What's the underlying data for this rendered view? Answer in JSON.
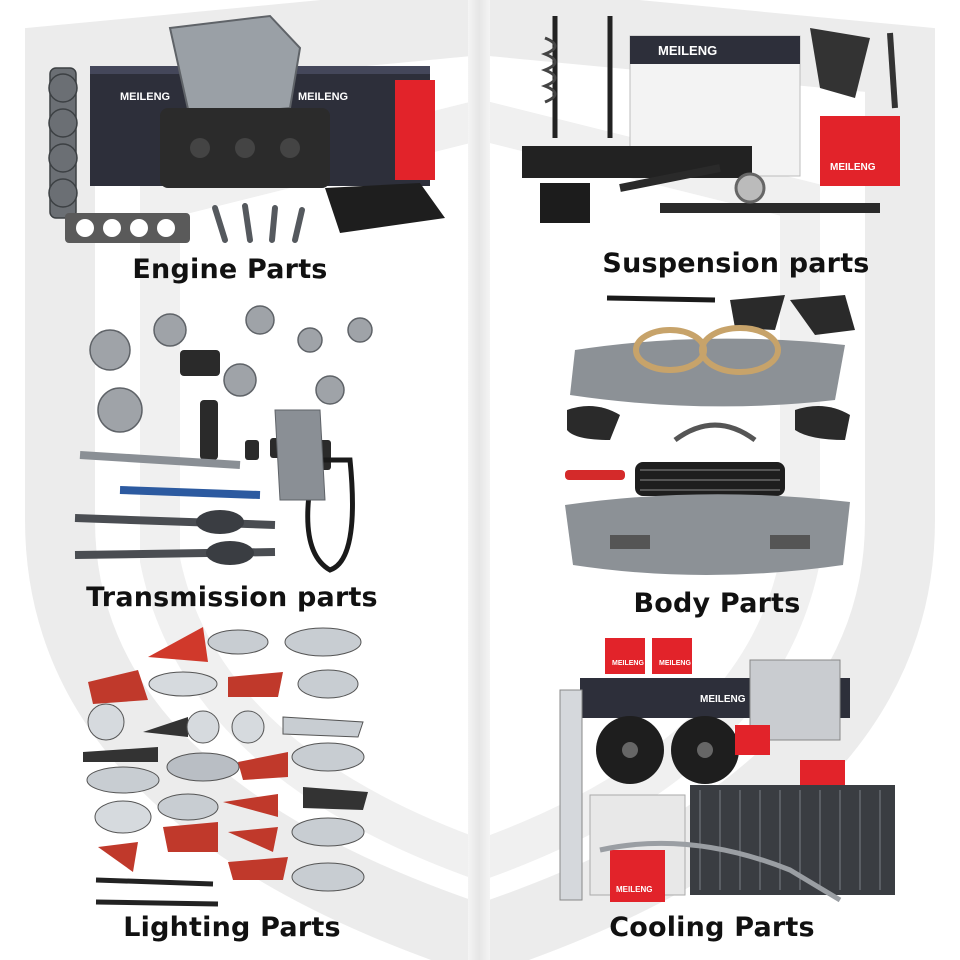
{
  "brand": {
    "name": "MEILENG",
    "accent_color": "#e2232a",
    "box_color": "#2d2f3a",
    "watermark_color": "#e9e9e9"
  },
  "categories": [
    {
      "label": "Engine Parts",
      "icon": "engine-parts-image"
    },
    {
      "label": "Suspension parts",
      "icon": "suspension-parts-image"
    },
    {
      "label": "Transmission parts",
      "icon": "transmission-parts-image"
    },
    {
      "label": "Body Parts",
      "icon": "body-parts-image"
    },
    {
      "label": "Lighting Parts",
      "icon": "lighting-parts-image"
    },
    {
      "label": "Cooling Parts",
      "icon": "cooling-parts-image"
    }
  ]
}
